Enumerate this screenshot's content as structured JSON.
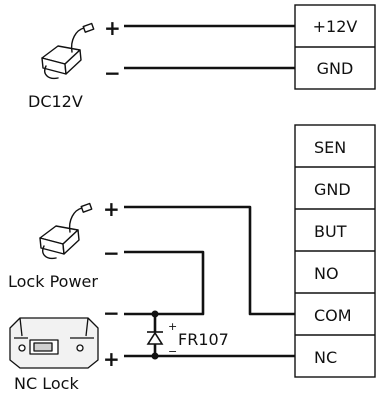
{
  "power_supply_1": {
    "label": "DC12V",
    "plus": "+",
    "minus": "−"
  },
  "terminal_block_top": {
    "terminals": [
      "+12V",
      "GND"
    ]
  },
  "lock_power": {
    "label": "Lock Power",
    "plus": "+",
    "minus": "−"
  },
  "nc_lock": {
    "label": "NC Lock",
    "plus": "+",
    "minus": "−"
  },
  "terminal_block_bottom": {
    "terminals": [
      "SEN",
      "GND",
      "BUT",
      "NO",
      "COM",
      "NC"
    ]
  },
  "diode": {
    "label": "FR107",
    "plus": "+",
    "minus": "−"
  },
  "colors": {
    "line": "#111111",
    "background": "#ffffff"
  },
  "icons": [
    "power-adapter-icon",
    "electric-lock-icon",
    "diode-symbol"
  ]
}
